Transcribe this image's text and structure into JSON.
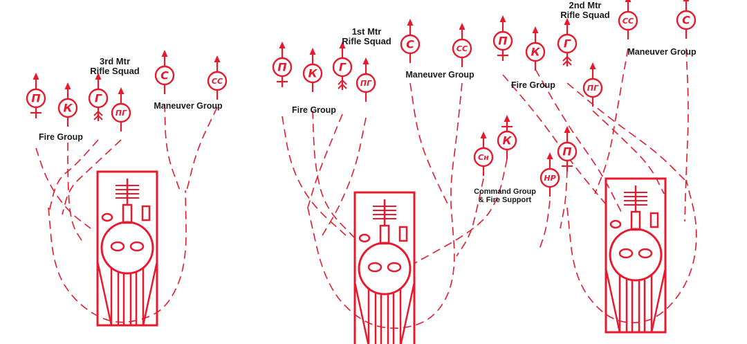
{
  "colors": {
    "symbol": "#e8192c",
    "label": "#1a1a1a",
    "background": "#ffffff"
  },
  "squads": [
    {
      "id": "3rd",
      "title_lines": [
        "3rd Mtr",
        "Rifle Squad"
      ],
      "group_labels": {
        "fire": "Fire Group",
        "maneuver": "Maneuver Group"
      },
      "members": [
        {
          "id": "p",
          "label": "П",
          "role": "fire"
        },
        {
          "id": "k",
          "label": "К",
          "role": "fire"
        },
        {
          "id": "g",
          "label": "Г",
          "role": "fire"
        },
        {
          "id": "pg",
          "label": "ПГ",
          "role": "fire"
        },
        {
          "id": "s",
          "label": "С",
          "role": "maneuver"
        },
        {
          "id": "ss",
          "label": "СС",
          "role": "maneuver"
        }
      ]
    },
    {
      "id": "1st",
      "title_lines": [
        "1st Mtr",
        "Rifle Squad"
      ],
      "group_labels": {
        "fire": "Fire Group",
        "maneuver": "Maneuver Group"
      },
      "members": [
        {
          "id": "p",
          "label": "П",
          "role": "fire"
        },
        {
          "id": "k",
          "label": "К",
          "role": "fire"
        },
        {
          "id": "g",
          "label": "Г",
          "role": "fire"
        },
        {
          "id": "pg",
          "label": "ПГ",
          "role": "fire"
        },
        {
          "id": "s",
          "label": "С",
          "role": "maneuver"
        },
        {
          "id": "ss",
          "label": "СС",
          "role": "maneuver"
        }
      ]
    },
    {
      "id": "2nd",
      "title_lines": [
        "2nd Mtr",
        "Rifle Squad"
      ],
      "group_labels": {
        "fire": "Fire Group",
        "maneuver": "Maneuver Group"
      },
      "members": [
        {
          "id": "p",
          "label": "П",
          "role": "fire"
        },
        {
          "id": "k",
          "label": "К",
          "role": "fire"
        },
        {
          "id": "g",
          "label": "Г",
          "role": "fire"
        },
        {
          "id": "pg",
          "label": "ПГ",
          "role": "fire"
        },
        {
          "id": "ss",
          "label": "СС",
          "role": "maneuver"
        },
        {
          "id": "s",
          "label": "С",
          "role": "maneuver"
        }
      ]
    }
  ],
  "command_group": {
    "label_lines": [
      "Command Group",
      "& Fire Support"
    ],
    "members": [
      {
        "id": "sn",
        "label": "Сн"
      },
      {
        "id": "k",
        "label": "К"
      },
      {
        "id": "p",
        "label": "П"
      },
      {
        "id": "nr",
        "label": "НР"
      }
    ]
  }
}
